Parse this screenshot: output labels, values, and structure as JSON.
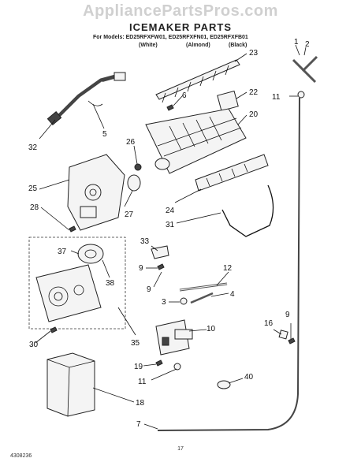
{
  "watermark": "AppliancePartsPros.com",
  "title": "ICEMAKER PARTS",
  "models": "For Models: ED25RFXFW01, ED25RFXFN01, ED25RFXFB01",
  "color_white": "(White)",
  "color_almond": "(Almond)",
  "color_black": "(Black)",
  "footer_code": "4308236",
  "page_number": "17",
  "callouts": {
    "c1": "1",
    "c2": "2",
    "c3": "3",
    "c5": "5",
    "c6": "6",
    "c7": "7",
    "c9a": "9",
    "c9b": "9",
    "c9c": "9",
    "c10": "10",
    "c11a": "11",
    "c11b": "11",
    "c12": "12",
    "c16": "16",
    "c18": "18",
    "c19": "19",
    "c20": "20",
    "c22": "22",
    "c23": "23",
    "c24": "24",
    "c25": "25",
    "c26": "26",
    "c27": "27",
    "c28": "28",
    "c30": "30",
    "c31": "31",
    "c32": "32",
    "c33": "33",
    "c35": "35",
    "c37": "37",
    "c38": "38",
    "c40": "40"
  }
}
